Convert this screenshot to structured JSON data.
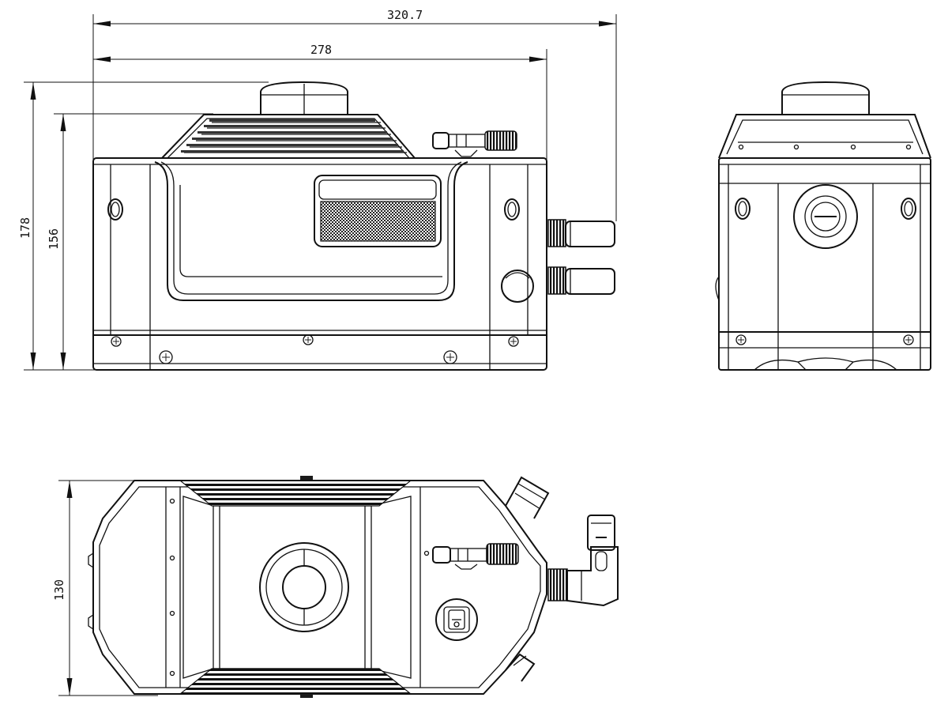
{
  "dimensions": {
    "overall_length": "320.7",
    "body_length": "278",
    "overall_height": "178",
    "body_height": "156",
    "width": "130"
  }
}
